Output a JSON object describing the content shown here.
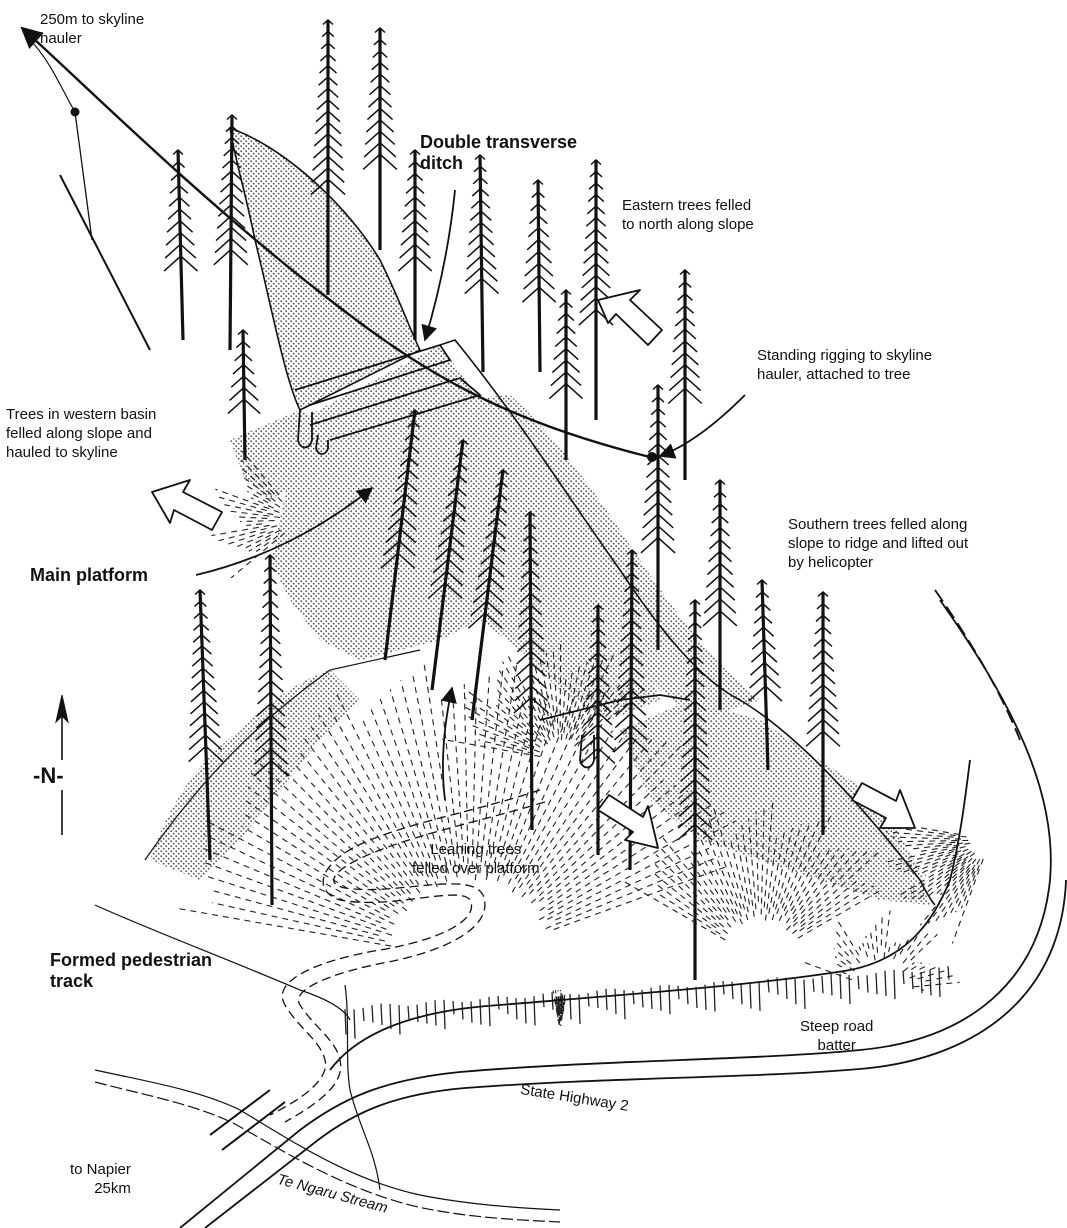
{
  "labels": {
    "skyline_hauler_distance": "250m to skyline\nhauler",
    "double_transverse_ditch": "Double transverse\nditch",
    "eastern_trees": "Eastern trees felled\nto north along slope",
    "standing_rigging": "Standing rigging to skyline\nhauler, attached to tree",
    "western_basin": "Trees in western basin\nfelled along slope and\nhauled to skyline",
    "southern_trees": "Southern trees felled along\nslope to ridge and lifted out\nby helicopter",
    "main_platform": "Main platform",
    "north": "-N-",
    "leaning_trees": "Leaning trees\nfelled over platform",
    "pedestrian_track": "Formed pedestrian\ntrack",
    "road_batter": "Steep road\nbatter",
    "highway": "State Highway 2",
    "napier": "to Napier\n25km",
    "stream": "Te Ngaru Stream"
  },
  "colors": {
    "ink": "#111111",
    "stipple": "#bdbdbd",
    "paper": "#ffffff"
  }
}
